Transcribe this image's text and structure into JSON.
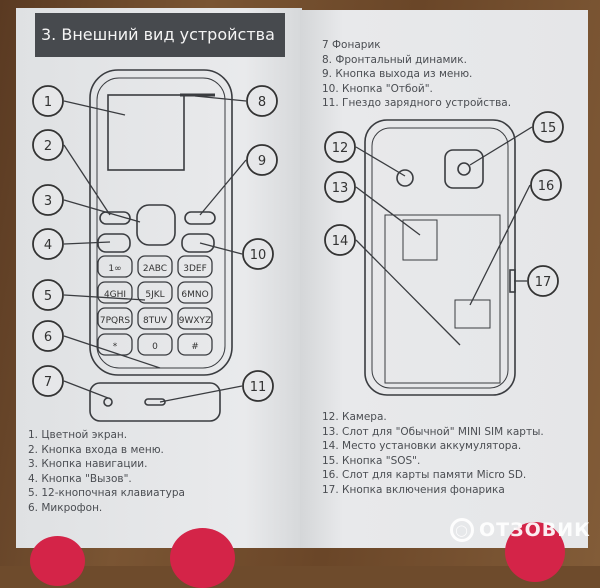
{
  "header": {
    "title": "3. Внешний вид устройства"
  },
  "left_list": [
    "1. Цветной экран.",
    "2. Кнопка входа в меню.",
    "3. Кнопка навигации.",
    "4. Кнопка \"Вызов\".",
    "5. 12-кнопочная клавиатура",
    "6. Микрофон."
  ],
  "right_top_list": [
    "7 Фонарик",
    "8. Фронтальный динамик.",
    "9. Кнопка выхода из меню.",
    "10. Кнопка \"Отбой\".",
    "11. Гнездо зарядного устройства."
  ],
  "right_bottom_list": [
    "12. Камера.",
    "13. Слот для \"Обычной\" MINI SIM карты.",
    "14. Место установки аккумулятора.",
    "15. Кнопка \"SOS\".",
    "16. Слот для карты памяти Micro SD.",
    "17. Кнопка включения фонарика"
  ],
  "callouts_front": [
    "1",
    "2",
    "3",
    "4",
    "5",
    "6",
    "7",
    "8",
    "9",
    "10",
    "11"
  ],
  "callouts_back": [
    "12",
    "13",
    "14",
    "15",
    "16",
    "17"
  ],
  "keypad": [
    "1∞",
    "2ABC",
    "3DEF",
    "4GHI",
    "5JKL",
    "6MNO",
    "7PQRS",
    "8TUV",
    "9WXYZ",
    "*",
    "0",
    "#"
  ],
  "watermark": "ОТЗОВИК"
}
